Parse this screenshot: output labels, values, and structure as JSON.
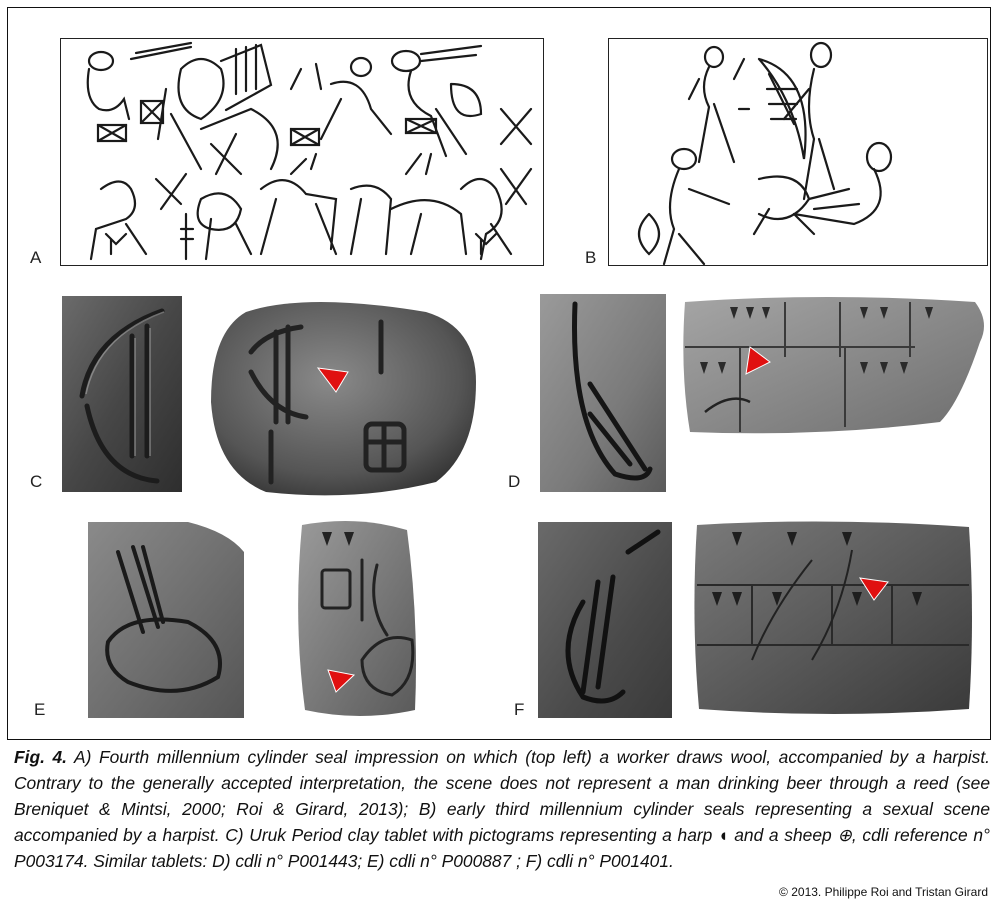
{
  "figure": {
    "panel_labels": [
      "A",
      "B",
      "C",
      "D",
      "E",
      "F"
    ],
    "caption_lead": "Fig. 4.",
    "caption_text": " A) Fourth millennium cylinder seal impression on which (top left) a worker draws wool, accompanied by a harpist. Contrary to the generally accepted interpretation, the scene does not represent a man drinking beer through a reed (see Breniquet & Mintsi, 2000; Roi & Girard, 2013); B) early third millennium cylinder seals representing a sexual scene accompanied by a harpist. C) Uruk Period clay tablet with pictograms representing a harp ◖ and a sheep ⊕, cdli reference n° P003174. Similar tablets: D) cdli n° P001443; E) cdli n° P000887 ; F) cdli n° P001401.",
    "copyright": "© 2013. Philippe Roi and Tristan Girard"
  },
  "colors": {
    "line_art": "#1a1a1a",
    "stone_dark": "#3c3c3c",
    "stone_light": "#9a9a9a",
    "arrow": "#e01010"
  }
}
